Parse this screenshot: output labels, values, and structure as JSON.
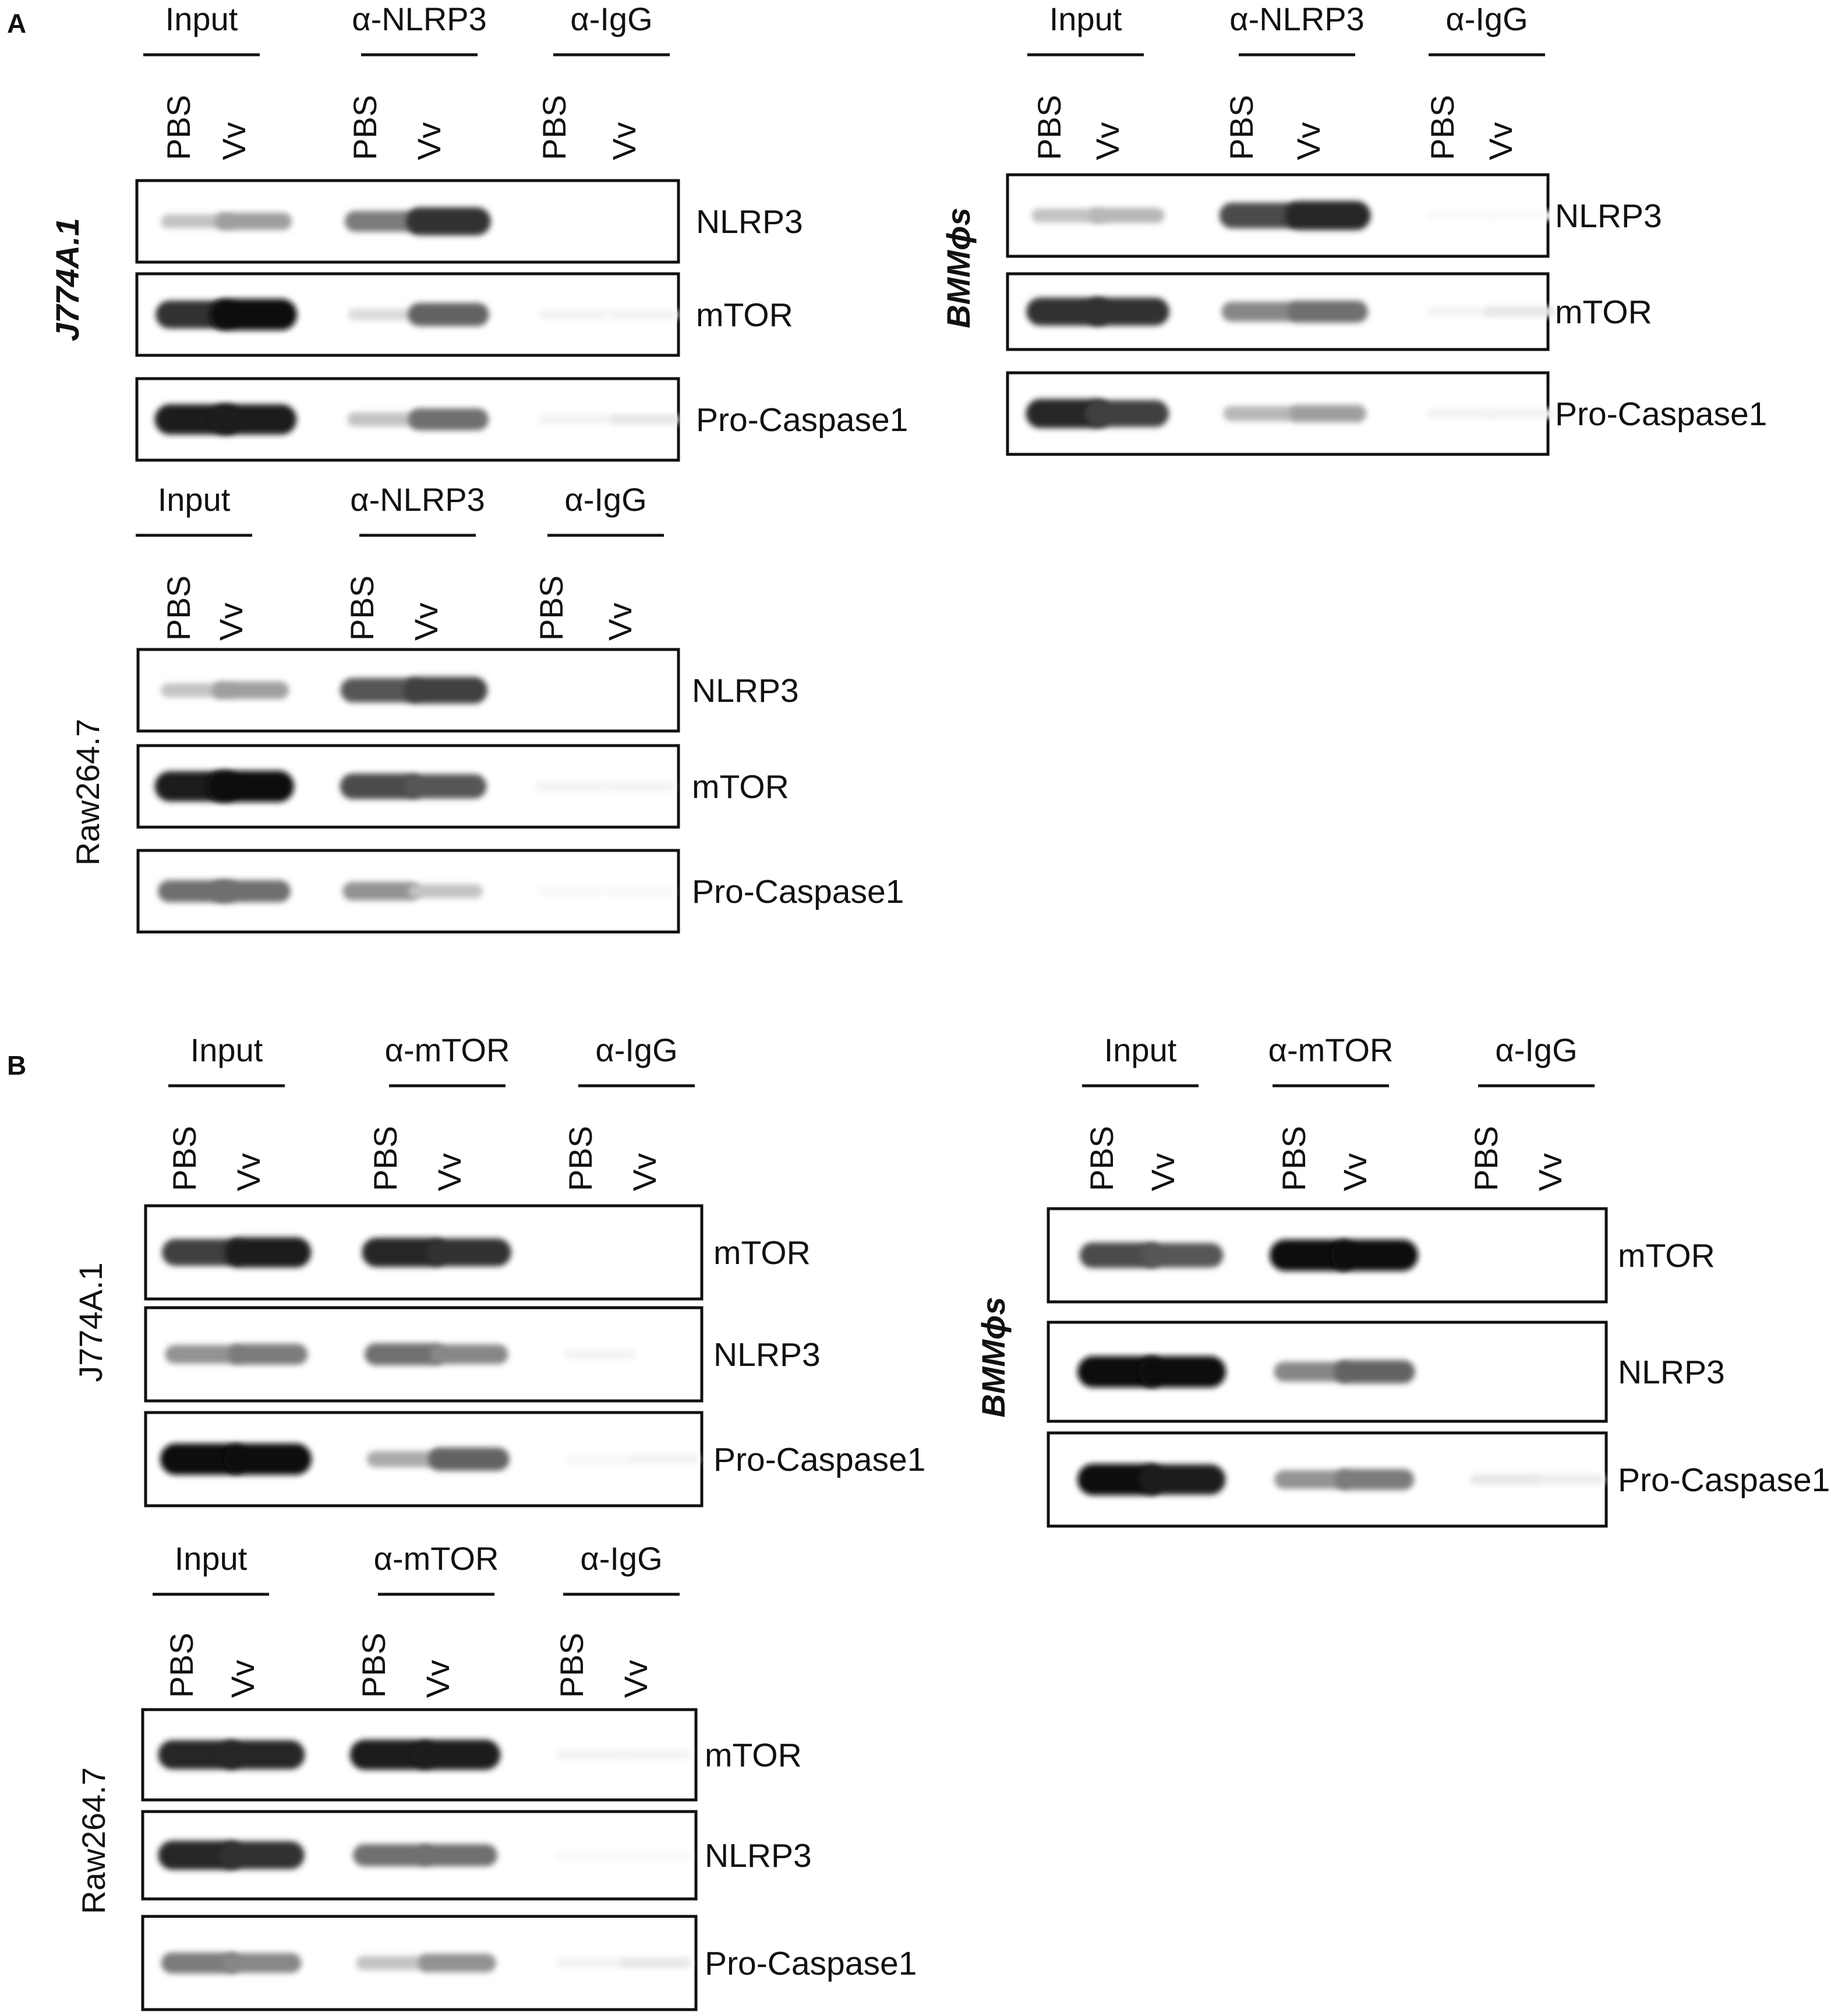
{
  "panel_labels": {
    "A": "A",
    "B": "B"
  },
  "lane_labels": {
    "pbs": "PBS",
    "vv": "Vv"
  },
  "panels": [
    {
      "id": "a1",
      "cell_line": "J774A.1",
      "cell_italic": true,
      "groups": [
        "Input",
        "α-NLRP3",
        "α-IgG"
      ],
      "proteins": [
        "NLRP3",
        "mTOR",
        "Pro-Caspase1"
      ],
      "bands": [
        [
          0.25,
          0.4,
          0.55,
          0.85,
          0,
          0
        ],
        [
          0.85,
          1.0,
          0.15,
          0.65,
          0.05,
          0.05
        ],
        [
          0.95,
          0.95,
          0.25,
          0.6,
          0.05,
          0.1
        ]
      ]
    },
    {
      "id": "a2",
      "cell_line": "BMMϕs",
      "cell_italic": true,
      "groups": [
        "Input",
        "α-NLRP3",
        "α-IgG"
      ],
      "proteins": [
        "NLRP3",
        "mTOR",
        "Pro-Caspase1"
      ],
      "bands": [
        [
          0.25,
          0.3,
          0.75,
          0.9,
          0.02,
          0.02
        ],
        [
          0.85,
          0.85,
          0.5,
          0.6,
          0.05,
          0.1
        ],
        [
          0.9,
          0.8,
          0.3,
          0.4,
          0.05,
          0.05
        ]
      ]
    },
    {
      "id": "a3",
      "cell_line": "Raw264.7",
      "cell_italic": false,
      "groups": [
        "Input",
        "α-NLRP3",
        "α-IgG"
      ],
      "proteins": [
        "NLRP3",
        "mTOR",
        "Pro-Caspase1"
      ],
      "bands": [
        [
          0.25,
          0.4,
          0.7,
          0.8,
          0,
          0
        ],
        [
          0.95,
          1.0,
          0.75,
          0.7,
          0.05,
          0.05
        ],
        [
          0.6,
          0.6,
          0.45,
          0.25,
          0.03,
          0.03
        ]
      ]
    },
    {
      "id": "b1",
      "cell_line": "J774A.1",
      "cell_italic": false,
      "groups": [
        "Input",
        "α-mTOR",
        "α-IgG"
      ],
      "proteins": [
        "mTOR",
        "NLRP3",
        "Pro-Caspase1"
      ],
      "bands": [
        [
          0.8,
          0.95,
          0.9,
          0.85,
          0,
          0
        ],
        [
          0.45,
          0.55,
          0.6,
          0.5,
          0.05,
          0
        ],
        [
          1.0,
          1.0,
          0.35,
          0.65,
          0.03,
          0.05
        ]
      ]
    },
    {
      "id": "b2",
      "cell_line": "BMMϕs",
      "cell_italic": true,
      "groups": [
        "Input",
        "α-mTOR",
        "α-IgG"
      ],
      "proteins": [
        "mTOR",
        "NLRP3",
        "Pro-Caspase1"
      ],
      "bands": [
        [
          0.75,
          0.7,
          1.0,
          1.0,
          0,
          0
        ],
        [
          1.0,
          1.0,
          0.5,
          0.65,
          0,
          0
        ],
        [
          1.0,
          0.95,
          0.45,
          0.55,
          0.1,
          0.08
        ]
      ]
    },
    {
      "id": "b3",
      "cell_line": "Raw264.7",
      "cell_italic": false,
      "groups": [
        "Input",
        "α-mTOR",
        "α-IgG"
      ],
      "proteins": [
        "mTOR",
        "NLRP3",
        "Pro-Caspase1"
      ],
      "bands": [
        [
          0.9,
          0.9,
          0.95,
          0.95,
          0.05,
          0.05
        ],
        [
          0.9,
          0.85,
          0.6,
          0.6,
          0.03,
          0.03
        ],
        [
          0.55,
          0.5,
          0.25,
          0.45,
          0.05,
          0.1
        ]
      ]
    }
  ]
}
